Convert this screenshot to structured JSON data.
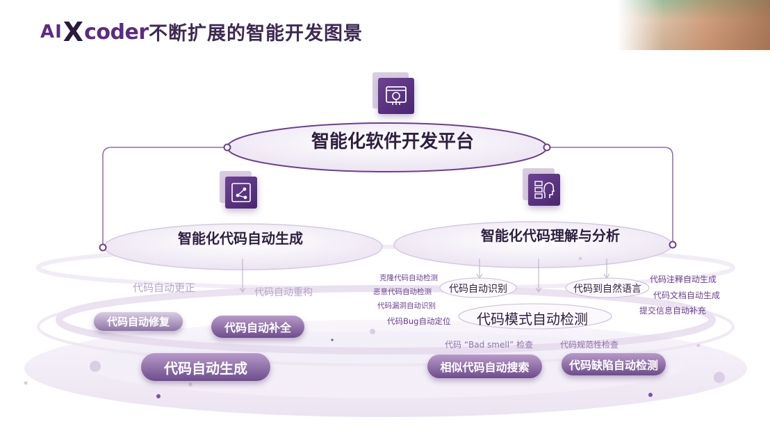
{
  "header": {
    "logo_ai": "AI",
    "logo_x": "X",
    "logo_coder": "coder",
    "title": "不断扩展的智能开发图景"
  },
  "platform": {
    "label": "智能化软件开发平台",
    "icon": "brain-chip-icon"
  },
  "left_branch": {
    "label": "智能化代码自动生成",
    "icon": "network-nodes-icon",
    "items": {
      "correction": "代码自动更正",
      "refactor": "代码自动重构",
      "repair": "代码自动修复",
      "completion": "代码自动补全",
      "generation": "代码自动生成"
    }
  },
  "right_branch": {
    "label": "智能化代码理解与分析",
    "icon": "head-circuit-icon",
    "recognition": "代码自动识别",
    "to_natural": "代码到自然语言",
    "pattern_detect": "代码模式自动检测",
    "left_list": [
      "克隆代码自动检测",
      "恶意代码自动检测",
      "代码漏洞自动识别",
      "代码Bug自动定位"
    ],
    "right_list": [
      "代码注释自动生成",
      "代码文档自动生成",
      "提交信息自动补充"
    ],
    "bad_smell": "代码 “Bad smell” 检查",
    "standard_check": "代码规范性检查",
    "similar_search": "相似代码自动搜索",
    "defect_detect": "代码缺陷自动检测"
  },
  "colors": {
    "primary": "#5b2a86",
    "dark": "#2e1f3e",
    "pill_top": "#b79ac8",
    "pill_bottom": "#6d4d8c",
    "faint": "#b8a6c8"
  }
}
